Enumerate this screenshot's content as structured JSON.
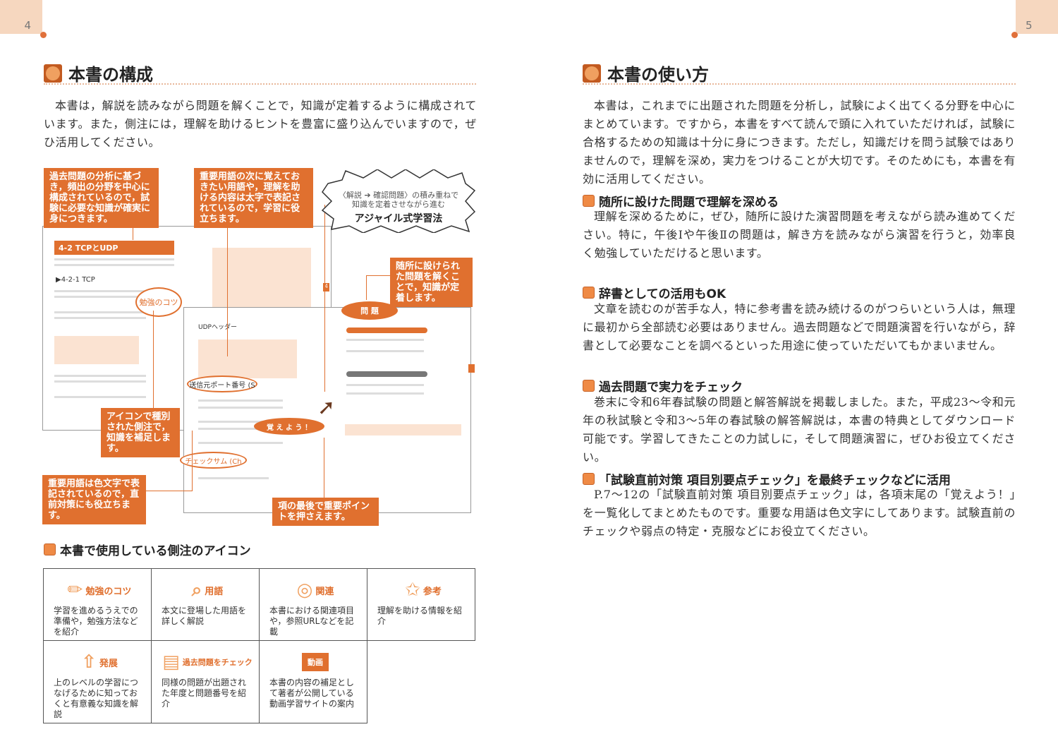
{
  "left_page": {
    "page_number": "4",
    "title": "本書の構成",
    "intro": "本書は，解説を読みながら問題を解くことで，知識が定着するように構成されています。また，側注には，理解を助けるヒントを豊富に盛り込んでいますので，ぜひ活用してください。",
    "callouts": [
      "過去問題の分析に基づき，頻出の分野を中心に構成されているので，試験に必要な知識が確実に身につきます。",
      "重要用語の次に覚えておきたい用語や，理解を助ける内容は太字で表記されているので，学習に役立ちます。",
      "随所に設けられた問題を解くことで，知識が定着します。",
      "アイコンで種別された側注で，知識を補足します。",
      "重要用語は色文字で表記されているので，直前対策にも役立ちます。",
      "項の最後で重要ポイントを押さえます。"
    ],
    "starburst": {
      "line1": "〈解説 ➔ 確認問題〉の積み重ねで",
      "line2": "知識を定着させながら進む",
      "title": "アジャイル式学習法"
    },
    "sample": {
      "section": "4-2",
      "section_title": "TCPとUDP",
      "subsection": "4-2-1",
      "subsection_title": "TCP",
      "sidenote": "勉強のコツ",
      "udp_header": "UDPヘッダー",
      "problem": "問 題",
      "source_port": "送信元ポート番号 (S",
      "oboeyou": "覚 え よ う ！",
      "checksum": "チェックサム (Ch",
      "chapter_tab": "4"
    },
    "icons_title": "本書で使用している側注のアイコン",
    "icons": [
      {
        "icon": "pencil-icon",
        "label": "勉強のコツ",
        "desc": "学習を進めるうえでの準備や，勉強方法などを紹介"
      },
      {
        "icon": "magnifier-book-icon",
        "label": "用語",
        "desc": "本文に登場した用語を詳しく解説"
      },
      {
        "icon": "link-icon",
        "label": "関連",
        "desc": "本書における関連項目や，参照URLなどを記載"
      },
      {
        "icon": "star-icon",
        "label": "参考",
        "desc": "理解を助ける情報を紹介"
      },
      {
        "icon": "arrow-up-icon",
        "label": "発展",
        "desc": "上のレベルの学習につなげるために知っておくと有意義な知識を解説"
      },
      {
        "icon": "documents-icon",
        "label": "過去問題をチェック",
        "desc": "同様の問題が出題された年度と問題番号を紹介"
      },
      {
        "icon": "monitor-icon",
        "label": "動画",
        "desc": "本書の内容の補足として著者が公開している動画学習サイトの案内"
      }
    ]
  },
  "right_page": {
    "page_number": "5",
    "title": "本書の使い方",
    "intro": "本書は，これまでに出題された問題を分析し，試験によく出てくる分野を中心にまとめています。ですから，本書をすべて読んで頭に入れていただければ，試験に合格するための知識は十分に身につきます。ただし，知識だけを問う試験ではありませんので，理解を深め，実力をつけることが大切です。そのためにも，本書を有効に活用してください。",
    "sections": [
      {
        "heading": "随所に設けた問題で理解を深める",
        "body": "理解を深めるために，ぜひ，随所に設けた演習問題を考えながら読み進めてください。特に，午後Ⅰや午後Ⅱの問題は，解き方を読みながら演習を行うと，効率良く勉強していただけると思います。"
      },
      {
        "heading": "辞書としての活用もOK",
        "body": "文章を読むのが苦手な人，特に参考書を読み続けるのがつらいという人は，無理に最初から全部読む必要はありません。過去問題などで問題演習を行いながら，辞書として必要なことを調べるといった用途に使っていただいてもかまいません。"
      },
      {
        "heading": "過去問題で実力をチェック",
        "body": "巻末に令和6年春試験の問題と解答解説を掲載しました。また，平成23～令和元年の秋試験と令和3～5年の春試験の解答解説は，本書の特典としてダウンロード可能です。学習してきたことの力試しに，そして問題演習に，ぜひお役立てください。"
      },
      {
        "heading": "「試験直前対策 項目別要点チェック」を最終チェックなどに活用",
        "body": "P.7～12の「試験直前対策 項目別要点チェック」は，各項末尾の「覚えよう！」を一覧化してまとめたものです。重要な用語は色文字にしてあります。試験直前のチェックや弱点の特定・克服などにお役立てください。"
      }
    ]
  },
  "colors": {
    "accent": "#e0702f",
    "tab": "#f6d7bf",
    "light": "#f0a060"
  }
}
